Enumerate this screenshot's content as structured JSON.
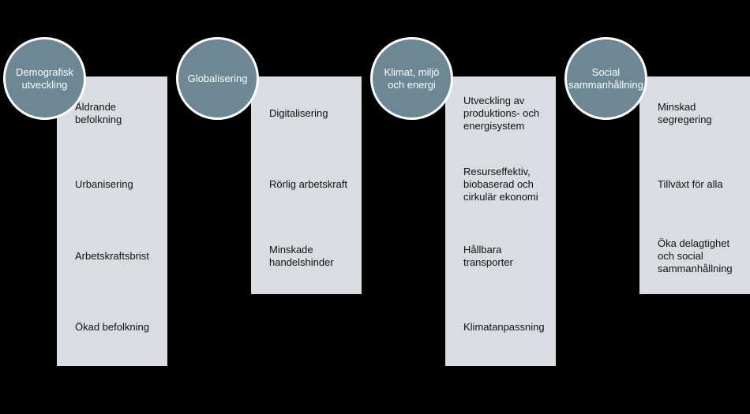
{
  "colors": {
    "background": "#000000",
    "card": "#d9dde1",
    "circle": "#6d8795",
    "circle_border": "#ffffff",
    "item_text": "#111111",
    "circle_text": "#ffffff"
  },
  "columns": [
    {
      "title": "Demografisk utveckling",
      "items": [
        "Åldrande befolkning",
        "Urbanisering",
        "Arbetskraftsbrist",
        "Ökad befolkning"
      ]
    },
    {
      "title": "Globalisering",
      "items": [
        "Digitalisering",
        "Rörlig arbetskraft",
        "Minskade handelshinder"
      ]
    },
    {
      "title": "Klimat, miljö och energi",
      "items": [
        "Utveckling av produktions- och energisystem",
        "Resurseffektiv, biobaserad och cirkulär ekonomi",
        "Hållbara transporter",
        "Klimatanpassning"
      ]
    },
    {
      "title": "Social sammanhållning",
      "items": [
        "Minskad segregering",
        "Tillväxt för alla",
        "Öka delagtighet och social sammanhållning"
      ]
    }
  ]
}
